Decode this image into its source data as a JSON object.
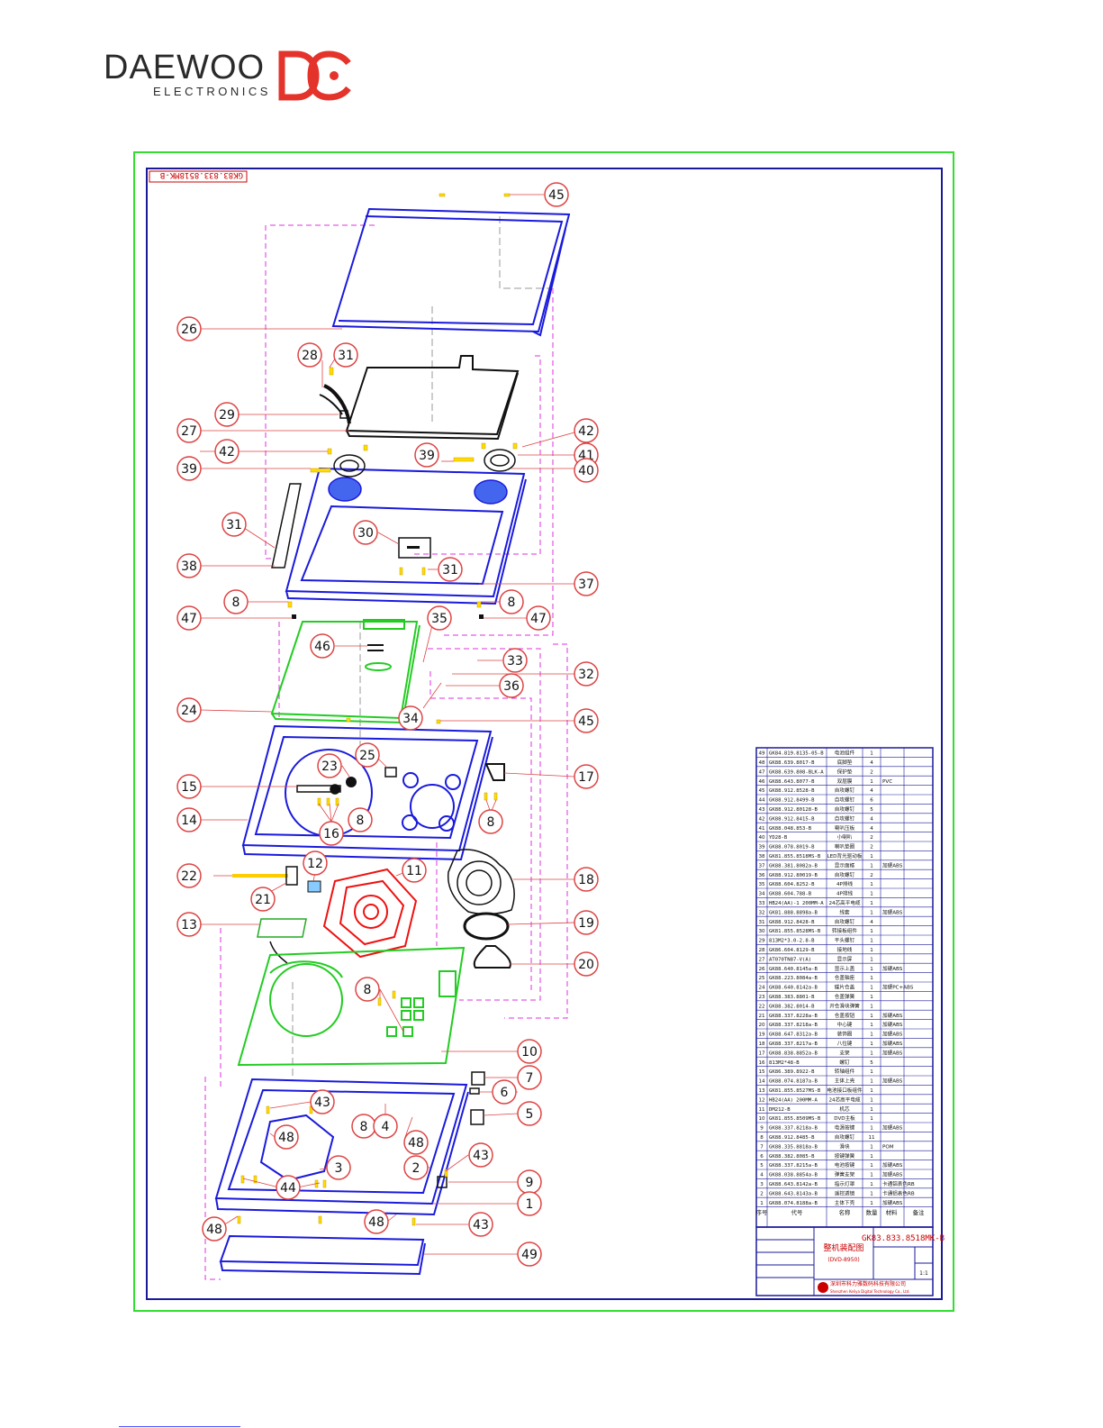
{
  "brand": {
    "wordmark": "DAEWOO",
    "subtitle": "ELECTRONICS",
    "mark_color": "#e4332b",
    "text_color": "#2a2a2a"
  },
  "drawing": {
    "code_stamp": "GK83.833.8518MK-B",
    "frame_color": "#33dd33",
    "border_color": "#1a1a99"
  },
  "callouts": [
    "45",
    "26",
    "28",
    "31",
    "29",
    "27",
    "42",
    "41",
    "39",
    "40",
    "31",
    "30",
    "38",
    "37",
    "8",
    "47",
    "46",
    "35",
    "33",
    "32",
    "36",
    "34",
    "24",
    "25",
    "23",
    "17",
    "15",
    "14",
    "16",
    "8",
    "22",
    "12",
    "11",
    "18",
    "21",
    "13",
    "19",
    "20",
    "8",
    "10",
    "7",
    "6",
    "43",
    "4",
    "5",
    "48",
    "2",
    "3",
    "9",
    "1",
    "44",
    "48",
    "43",
    "49"
  ],
  "bom": {
    "rows": [
      [
        "49",
        "GK84.819.8135-05-B",
        "电池组件",
        "1",
        ""
      ],
      [
        "48",
        "GK88.639.8017-B",
        "底脚垫",
        "4",
        ""
      ],
      [
        "47",
        "GK88.639.808-BLK-A",
        "保护垫",
        "2",
        ""
      ],
      [
        "46",
        "GK88.643.8077-B",
        "双层膜",
        "1",
        "PVC"
      ],
      [
        "45",
        "GK88.912.8528-B",
        "自攻螺钉",
        "4",
        ""
      ],
      [
        "44",
        "GK88.912.8499-B",
        "自攻螺钉",
        "6",
        ""
      ],
      [
        "43",
        "GK88.912.80128-B",
        "自攻螺钉",
        "5",
        ""
      ],
      [
        "42",
        "GK88.912.8415-B",
        "自攻螺钉",
        "4",
        ""
      ],
      [
        "41",
        "GK88.048.853-B",
        "喇叭压板",
        "4",
        ""
      ],
      [
        "40",
        "YD28-B",
        "小喇叭",
        "2",
        ""
      ],
      [
        "39",
        "GK88.078.8019-B",
        "喇叭垫圈",
        "2",
        ""
      ],
      [
        "38",
        "GK81.855.8518MS-B",
        "LED背光驱动板",
        "1",
        ""
      ],
      [
        "37",
        "GK88.381.8082a-B",
        "显示面框",
        "1",
        "加硬ABS"
      ],
      [
        "36",
        "GK88.912.80019-B",
        "自攻螺钉",
        "2",
        ""
      ],
      [
        "35",
        "GK88.604.8252-B",
        "4P排线",
        "1",
        ""
      ],
      [
        "34",
        "GK88.604.788-B",
        "4P排线",
        "1",
        ""
      ],
      [
        "33",
        "HB24(AA)-1 200MM-A",
        "24芯高平电缆",
        "1",
        ""
      ],
      [
        "32",
        "GK81.888.8898a-B",
        "线套",
        "1",
        "加硬ABS"
      ],
      [
        "31",
        "GK88.912.8428-B",
        "自攻螺钉",
        "4",
        ""
      ],
      [
        "30",
        "GK81.855.8528MS-B",
        "转接板组件",
        "1",
        ""
      ],
      [
        "29",
        "813M2*3.0-2.8-B",
        "平头螺钉",
        "1",
        ""
      ],
      [
        "28",
        "GK86.604.8129-B",
        "接地线",
        "1",
        ""
      ],
      [
        "27",
        "AT070TN87-V(A)",
        "显示屏",
        "1",
        ""
      ],
      [
        "26",
        "GK88.640.8145a-B",
        "显示上盖",
        "1",
        "加硬ABS"
      ],
      [
        "25",
        "GK88.223.8084a-B",
        "仓盖轴座",
        "1",
        ""
      ],
      [
        "24",
        "GK88.640.8142a-B",
        "碟片仓盖",
        "1",
        "加硬PC+ABS"
      ],
      [
        "23",
        "GK88.383.8801-B",
        "仓盖弹簧",
        "1",
        ""
      ],
      [
        "22",
        "GK88.382.8014-B",
        "开仓滑块弹簧",
        "1",
        ""
      ],
      [
        "21",
        "GK88.337.8228a-B",
        "仓盖按钮",
        "1",
        "加硬ABS"
      ],
      [
        "20",
        "GK88.337.8218a-B",
        "中心键",
        "1",
        "加硬ABS"
      ],
      [
        "19",
        "GK88.647.8312a-B",
        "装饰圈",
        "1",
        "加硬ABS"
      ],
      [
        "18",
        "GK88.337.8217a-B",
        "八位键",
        "1",
        "加硬ABS"
      ],
      [
        "17",
        "GK88.838.8852a-B",
        "支架",
        "1",
        "加硬ABS"
      ],
      [
        "16",
        "813M2*48-B",
        "螺钉",
        "5",
        ""
      ],
      [
        "15",
        "GK86.389.8922-B",
        "转轴组件",
        "1",
        ""
      ],
      [
        "14",
        "GK88.074.8187a-B",
        "主体上壳",
        "1",
        "加硬ABS"
      ],
      [
        "13",
        "GK81.855.8527MS-B",
        "电池接口板组件",
        "1",
        ""
      ],
      [
        "12",
        "HB24(AA) 200MM-A",
        "24芯高平电缆",
        "1",
        ""
      ],
      [
        "11",
        "DM212-B",
        "机芯",
        "1",
        ""
      ],
      [
        "10",
        "GK81.855.8509MS-B",
        "DVD主板",
        "1",
        ""
      ],
      [
        "9",
        "GK88.337.8218a-B",
        "电源按键",
        "1",
        "加硬ABS"
      ],
      [
        "8",
        "GK88.912.8485-B",
        "自攻螺钉",
        "11",
        ""
      ],
      [
        "7",
        "GK88.335.8818a-B",
        "滑块",
        "1",
        "POM"
      ],
      [
        "6",
        "GK88.382.8085-B",
        "按键弹簧",
        "1",
        ""
      ],
      [
        "5",
        "GK88.337.8215a-B",
        "电池按键",
        "1",
        "加硬ABS"
      ],
      [
        "4",
        "GK88.038.8854a-B",
        "弹簧支架",
        "1",
        "加硬ABS"
      ],
      [
        "3",
        "GK88.643.8142a-B",
        "指示灯罩",
        "1",
        "卡通铝表色RB"
      ],
      [
        "2",
        "GK88.643.8143a-B",
        "遥控透镜",
        "1",
        "卡通铝表色RB"
      ],
      [
        "1",
        "GK88.074.8188a-B",
        "主体下壳",
        "1",
        "加硬ABS"
      ]
    ],
    "header": [
      "序号",
      "代号",
      "名称",
      "数量",
      "材料",
      "备注"
    ],
    "title_code": "GK83.833.8518MK-B",
    "title_name": "整机装配图",
    "title_sub": "(DVD-8950)",
    "company": "深圳市科力雅数码科技有限公司",
    "company_en": "Shenzhen Keliya Digital Technology Co., Ltd.",
    "scale": "1:1"
  }
}
